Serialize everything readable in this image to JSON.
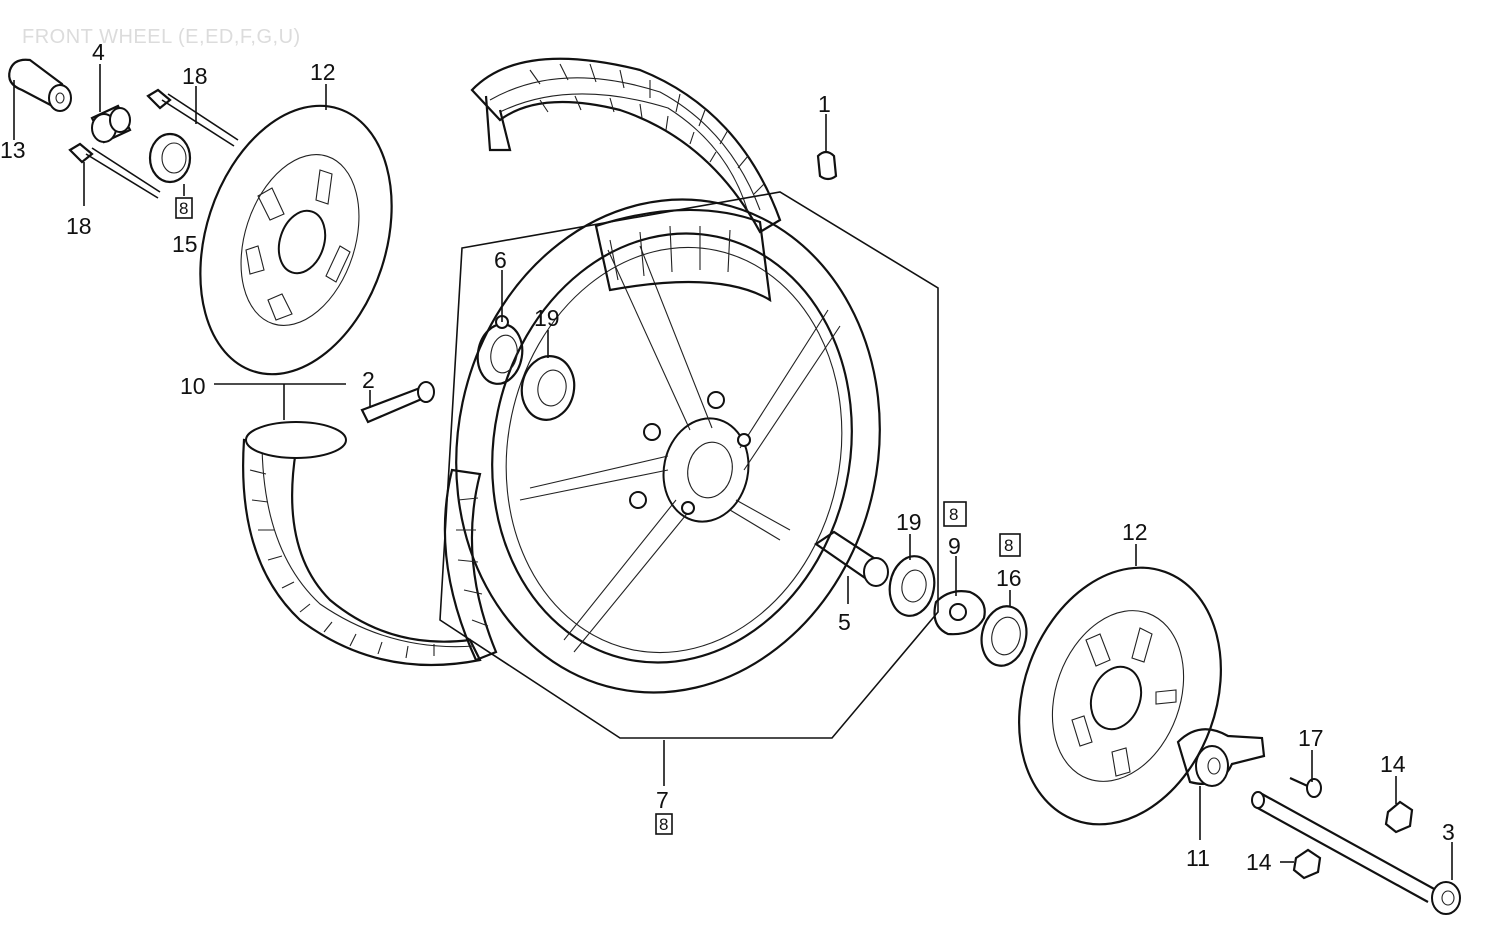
{
  "title": "FRONT WHEEL (E,ED,F,G,U)",
  "callouts": {
    "c1": "1",
    "c2": "2",
    "c3": "3",
    "c4": "4",
    "c5": "5",
    "c6": "6",
    "c7": "7",
    "c9": "9",
    "c10": "10",
    "c11": "11",
    "c12a": "12",
    "c12b": "12",
    "c13": "13",
    "c14a": "14",
    "c14b": "14",
    "c15": "15",
    "c16": "16",
    "c17": "17",
    "c18a": "18",
    "c18b": "18",
    "c19a": "19",
    "c19b": "19"
  },
  "badges": {
    "b15": "8",
    "b7": "8",
    "b9": "8",
    "b16": "8"
  }
}
